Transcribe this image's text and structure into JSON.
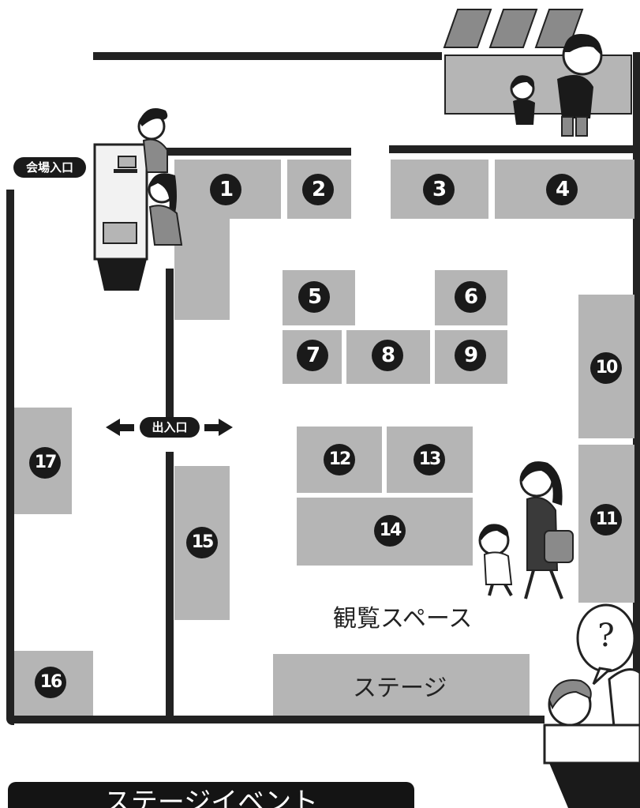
{
  "map": {
    "entrance_label": "会場入口",
    "doorway_label": "出入口",
    "viewing_area_label": "観覧スペース",
    "stage_label": "ステージ",
    "event_banner_label": "ステージイベント",
    "help_symbol": "?",
    "booths": [
      "1",
      "2",
      "3",
      "4",
      "5",
      "6",
      "7",
      "8",
      "9",
      "10",
      "11",
      "12",
      "13",
      "14",
      "15",
      "16",
      "17"
    ],
    "booth_color": "#b5b5b5",
    "wall_color": "#222222"
  }
}
